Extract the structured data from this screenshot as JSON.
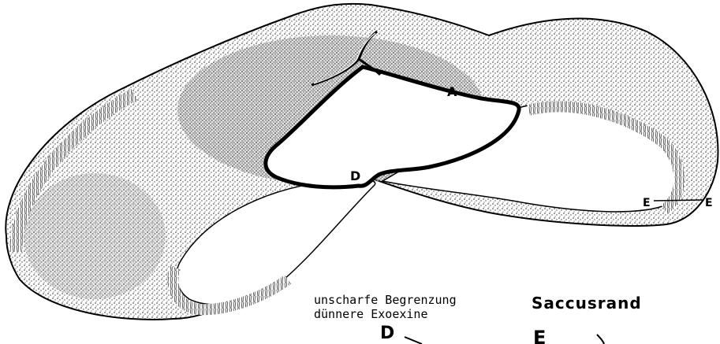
{
  "diagram": {
    "labels": {
      "point_a": "A",
      "point_d": "D",
      "point_e_left": "E",
      "point_e_right": "E"
    },
    "caption_d": {
      "line1": "unscharfe Begrenzung",
      "line2": "dünnere Exoexine",
      "letter": "D"
    },
    "caption_e": {
      "title": "Saccusrand",
      "letter": "E"
    }
  }
}
